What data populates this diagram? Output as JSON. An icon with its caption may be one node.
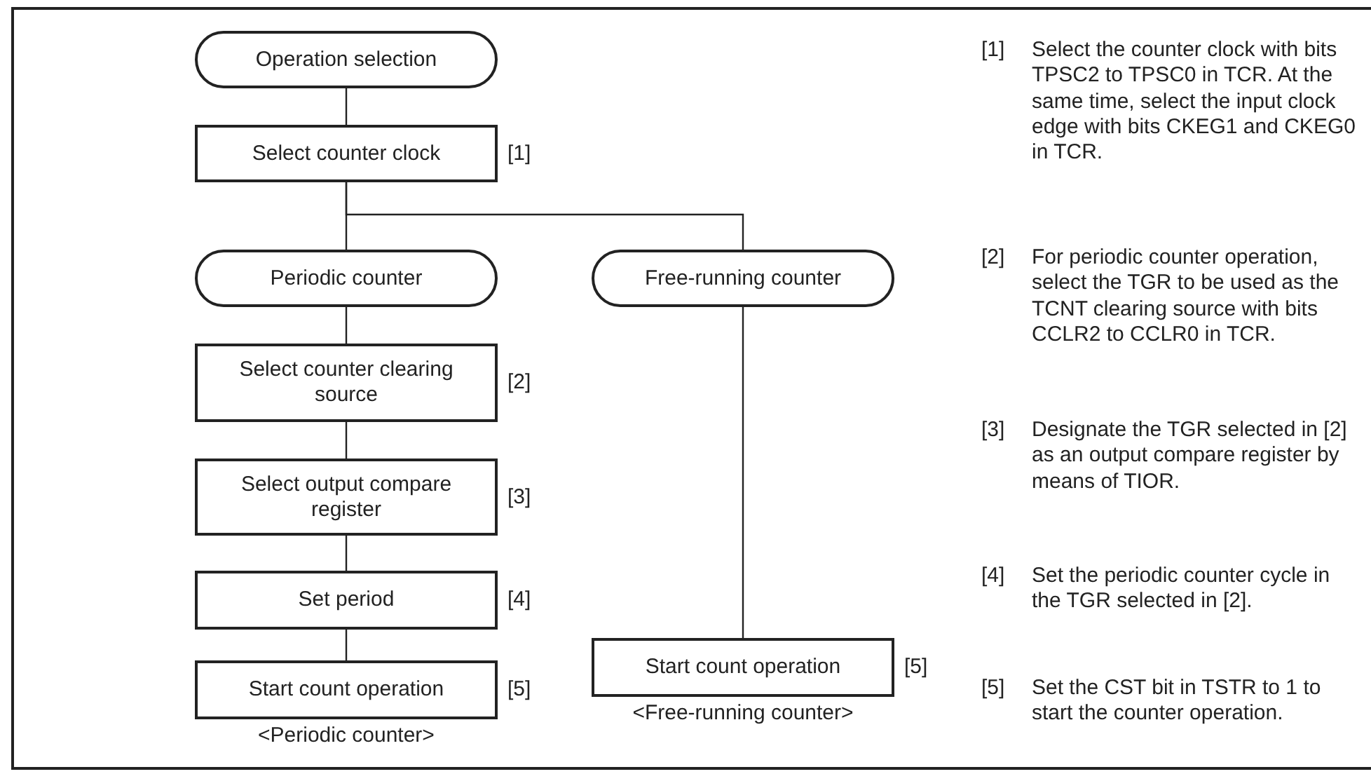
{
  "diagram": {
    "nodes": [
      {
        "text": [
          "Operation selection"
        ]
      },
      {
        "text": [
          "Select counter clock"
        ],
        "beside": [
          "[1]"
        ]
      },
      {
        "text": [
          "Periodic counter"
        ]
      },
      {
        "text": [
          "Free-running counter"
        ]
      },
      {
        "text": [
          "Select counter clearing source"
        ],
        "beside": [
          "[2]"
        ]
      },
      {
        "text": [
          "Select output compare register"
        ],
        "beside": [
          "[3]"
        ]
      },
      {
        "text": [
          "Set period"
        ],
        "beside": [
          "[4]"
        ]
      },
      {
        "text": [
          "Start count operation"
        ],
        "beside": [
          "[5]",
          "<Periodic counter>"
        ]
      },
      {
        "text": [
          "Start count operation"
        ],
        "beside": [
          "[5]",
          "<Free-running counter>"
        ]
      }
    ],
    "edges": [
      {
        "from": 0,
        "to": 1,
        "arrow": "none"
      },
      {
        "from": 1,
        "to": 2,
        "arrow": "none"
      },
      {
        "from": 1,
        "to": 3,
        "arrow": "none"
      },
      {
        "from": 2,
        "to": 4,
        "arrow": "none"
      },
      {
        "from": 4,
        "to": 5,
        "arrow": "none"
      },
      {
        "from": 5,
        "to": 6,
        "arrow": "none"
      },
      {
        "from": 6,
        "to": 7,
        "arrow": "none"
      },
      {
        "from": 3,
        "to": 8,
        "arrow": "none"
      }
    ],
    "labels": [
      "[1]",
      "Select the counter clock with bits TPSC2 to TPSC0 in TCR. At the same time, select the input clock edge with bits CKEG1 and CKEG0 in TCR.",
      "[2]",
      "For periodic counter operation, select the TGR to be used as the TCNT clearing source with bits CCLR2 to CCLR0 in TCR.",
      "[3]",
      "Designate the TGR selected in [2] as an output compare register by means of TIOR.",
      "[4]",
      "Set the periodic counter cycle in the TGR selected in [2].",
      "[5]",
      "Set the CST bit in TSTR to 1 to start the counter operation."
    ]
  }
}
